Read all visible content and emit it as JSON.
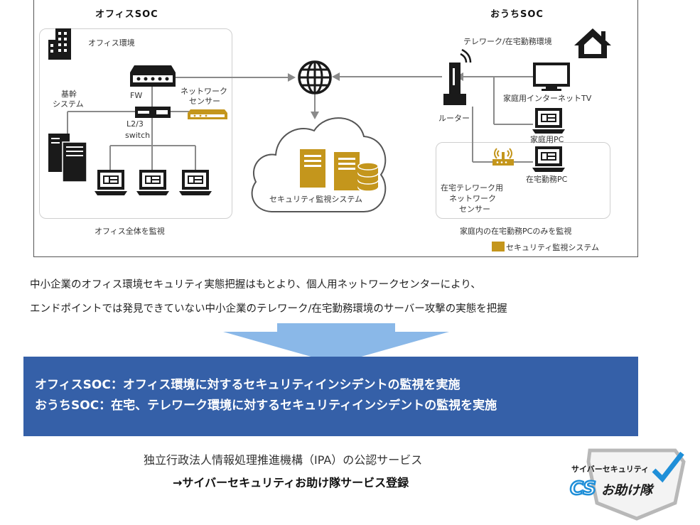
{
  "office": {
    "title": "オフィスSOC",
    "env_label": "オフィス環境",
    "fw_label": "FW",
    "switch_label_1": "L2/3",
    "switch_label_2": "switch",
    "kikan_1": "基幹",
    "kikan_2": "システム",
    "sensor_1": "ネットワーク",
    "sensor_2": "センサー",
    "monitor_caption": "オフィス全体を監視"
  },
  "cloud": {
    "system_label": "セキュリティ監視システム"
  },
  "home": {
    "title": "おうちSOC",
    "env_label": "テレワーク/在宅勤務環境",
    "router_label": "ルーター",
    "tv_label": "家庭用インターネットTV",
    "pc_label": "家庭用PC",
    "work_pc_label": "在宅勤務PC",
    "sensor_1": "在宅テレワーク用",
    "sensor_2": "ネットワーク",
    "sensor_3": "センサー",
    "monitor_caption": "家庭内の在宅勤務PCのみを監視"
  },
  "legend": {
    "label": "セキュリティ監視システム",
    "color": "#c4961c"
  },
  "description": {
    "line1": "中小企業のオフィス環境セキュリティ実態把握はもとより、個人用ネットワークセンターにより、",
    "line2": "エンドポイントでは発見できていない中小企業のテレワーク/在宅勤務環境のサーバー攻撃の実態を把握"
  },
  "banner": {
    "line1": "オフィスSOC：オフィス環境に対するセキュリティインシデントの監視を実施",
    "line2": "おうちSOC：在宅、テレワーク環境に対するセキュリティインシデントの監視を実施",
    "color": "#3560a8"
  },
  "ipa": {
    "line1": "独立行政法人情報処理推進機構（IPA）の公認サービス",
    "line2": "→サイバーセキュリティお助け隊サービス登録"
  },
  "logo": {
    "top_text": "サイバーセキュリティ",
    "cs_text": "CS",
    "main_text": "お助け隊"
  },
  "colors": {
    "accent_gold": "#c4961c",
    "arrow_blue": "#8ab8e8",
    "dark": "#1a1a1a"
  }
}
